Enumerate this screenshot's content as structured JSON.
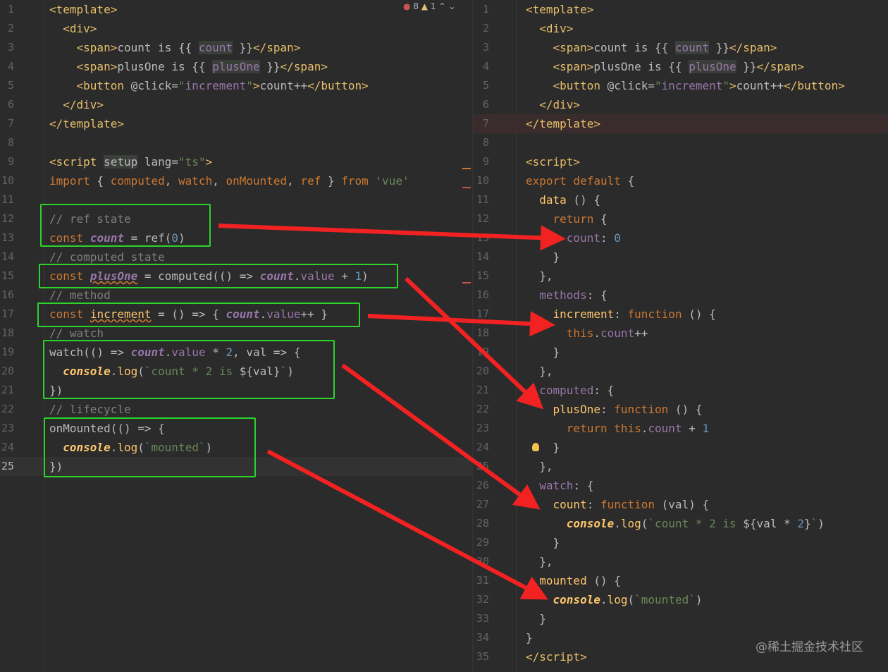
{
  "inspection": {
    "errors": "8",
    "warnings": "1"
  },
  "watermark": "@稀土掘金技术社区",
  "left_lines": [
    {
      "n": "1",
      "html": "<span class='t'>&lt;template&gt;</span>"
    },
    {
      "n": "2",
      "html": "  <span class='t'>&lt;div&gt;</span>"
    },
    {
      "n": "3",
      "html": "    <span class='t'>&lt;span&gt;</span>count is {{ <span class='prop hl'>count</span> }}<span class='t'>&lt;/span&gt;</span>"
    },
    {
      "n": "4",
      "html": "    <span class='t'>&lt;span&gt;</span>plusOne is {{ <span class='prop hl'>plusOne</span> }}<span class='t'>&lt;/span&gt;</span>"
    },
    {
      "n": "5",
      "html": "    <span class='t'>&lt;button</span> @click=<span class='str'>\"</span><span class='prop'>increment</span><span class='str'>\"</span><span class='t'>&gt;</span>count++<span class='t'>&lt;/button&gt;</span>"
    },
    {
      "n": "6",
      "html": "  <span class='t'>&lt;/div&gt;</span>"
    },
    {
      "n": "7",
      "html": "<span class='t'>&lt;/template&gt;</span>"
    },
    {
      "n": "8",
      "html": ""
    },
    {
      "n": "9",
      "html": "<span class='t'>&lt;script</span> <span class='hl'>setup</span> lang=<span class='str'>\"ts\"</span><span class='t'>&gt;</span>"
    },
    {
      "n": "10",
      "html": "<span class='kw'>import</span> { <span class='kw'>computed</span>, <span class='kw'>watch</span>, <span class='kw'>onMounted</span>, <span class='kw'>ref</span> } <span class='kw'>from</span> <span class='str'>'vue'</span>"
    },
    {
      "n": "11",
      "html": ""
    },
    {
      "n": "12",
      "html": "<span class='cm'>// ref state</span>"
    },
    {
      "n": "13",
      "html": "<span class='kw'>const</span> <span class='ital'>count</span> = ref(<span class='num'>0</span>)"
    },
    {
      "n": "14",
      "html": "<span class='cm'>// computed state</span>"
    },
    {
      "n": "15",
      "html": "<span class='kw'>const</span> <span class='ital under'>plusOne</span> = computed(() =&gt; <span class='ital'>count</span>.<span class='prop'>value</span> + <span class='num'>1</span>)"
    },
    {
      "n": "16",
      "html": "<span class='cm'>// method</span>"
    },
    {
      "n": "17",
      "html": "<span class='kw'>const</span> <span class='fn under'>increment</span> = () =&gt; { <span class='ital'>count</span>.<span class='prop'>value</span>++ }"
    },
    {
      "n": "18",
      "html": "<span class='cm'>// watch</span>"
    },
    {
      "n": "19",
      "html": "watch(() =&gt; <span class='ital'>count</span>.<span class='prop'>value</span> * <span class='num'>2</span>, val =&gt; {"
    },
    {
      "n": "20",
      "html": "  <span class='ital' style='color:#ffc66d'>console</span>.<span class='fn'>log</span>(<span class='str'>`count * 2 is </span>${val}<span class='str'>`</span>)"
    },
    {
      "n": "21",
      "html": "})"
    },
    {
      "n": "22",
      "html": "<span class='cm'>// lifecycle</span>"
    },
    {
      "n": "23",
      "html": "onMounted(() =&gt; {"
    },
    {
      "n": "24",
      "html": "  <span class='ital' style='color:#ffc66d'>console</span>.<span class='fn'>log</span>(<span class='str'>`mounted`</span>)"
    },
    {
      "n": "25",
      "html": "})"
    }
  ],
  "right_lines": [
    {
      "n": "1",
      "html": "<span class='t'>&lt;template&gt;</span>"
    },
    {
      "n": "2",
      "html": "  <span class='t'>&lt;div&gt;</span>"
    },
    {
      "n": "3",
      "html": "    <span class='t'>&lt;span&gt;</span>count is {{ <span class='prop hl'>count</span> }}<span class='t'>&lt;/span&gt;</span>"
    },
    {
      "n": "4",
      "html": "    <span class='t'>&lt;span&gt;</span>plusOne is {{ <span class='prop hl'>plusOne</span> }}<span class='t'>&lt;/span&gt;</span>"
    },
    {
      "n": "5",
      "html": "    <span class='t'>&lt;button</span> @click=<span class='str'>\"</span><span class='prop'>increment</span><span class='str'>\"</span><span class='t'>&gt;</span>count++<span class='t'>&lt;/button&gt;</span>"
    },
    {
      "n": "6",
      "html": "  <span class='t'>&lt;/div&gt;</span>"
    },
    {
      "n": "7",
      "html": "<span class='t'>&lt;/template&gt;</span>"
    },
    {
      "n": "8",
      "html": ""
    },
    {
      "n": "9",
      "html": "<span class='t'>&lt;script&gt;</span>"
    },
    {
      "n": "10",
      "html": "<span class='kw'>export default</span> {"
    },
    {
      "n": "11",
      "html": "  <span class='fn'>data</span> () {"
    },
    {
      "n": "12",
      "html": "    <span class='kw'>return</span> {"
    },
    {
      "n": "13",
      "html": "      <span class='prop'>count</span>: <span class='num'>0</span>"
    },
    {
      "n": "14",
      "html": "    }"
    },
    {
      "n": "15",
      "html": "  },"
    },
    {
      "n": "16",
      "html": "  <span class='prop'>methods</span>: {"
    },
    {
      "n": "17",
      "html": "    <span class='fn'>increment</span>: <span class='kw'>function</span> () {"
    },
    {
      "n": "18",
      "html": "      <span class='kw'>this</span>.<span class='prop'>count</span>++"
    },
    {
      "n": "19",
      "html": "    }"
    },
    {
      "n": "20",
      "html": "  },"
    },
    {
      "n": "21",
      "html": "  <span class='prop'>computed</span>: {"
    },
    {
      "n": "22",
      "html": "    <span class='fn'>plusOne</span>: <span class='kw'>function</span> () {"
    },
    {
      "n": "23",
      "html": "      <span class='kw'>return this</span>.<span class='prop'>count</span> + <span class='num'>1</span>"
    },
    {
      "n": "24",
      "html": "    }"
    },
    {
      "n": "25",
      "html": "  },"
    },
    {
      "n": "26",
      "html": "  <span class='prop'>watch</span>: {"
    },
    {
      "n": "27",
      "html": "    <span class='fn'>count</span>: <span class='kw'>function</span> (val) {"
    },
    {
      "n": "28",
      "html": "      <span class='ital' style='color:#ffc66d'>console</span>.<span class='fn'>log</span>(<span class='str'>`count * 2 is </span>${val * <span class='num'>2</span>}<span class='str'>`</span>)"
    },
    {
      "n": "29",
      "html": "    }"
    },
    {
      "n": "30",
      "html": "  },"
    },
    {
      "n": "31",
      "html": "  <span class='fn'>mounted</span> () {"
    },
    {
      "n": "32",
      "html": "    <span class='ital' style='color:#ffc66d'>console</span>.<span class='fn'>log</span>(<span class='str'>`mounted`</span>)"
    },
    {
      "n": "33",
      "html": "  }"
    },
    {
      "n": "34",
      "html": "}"
    },
    {
      "n": "35",
      "html": "<span class='t'>&lt;/script&gt;</span>"
    }
  ]
}
